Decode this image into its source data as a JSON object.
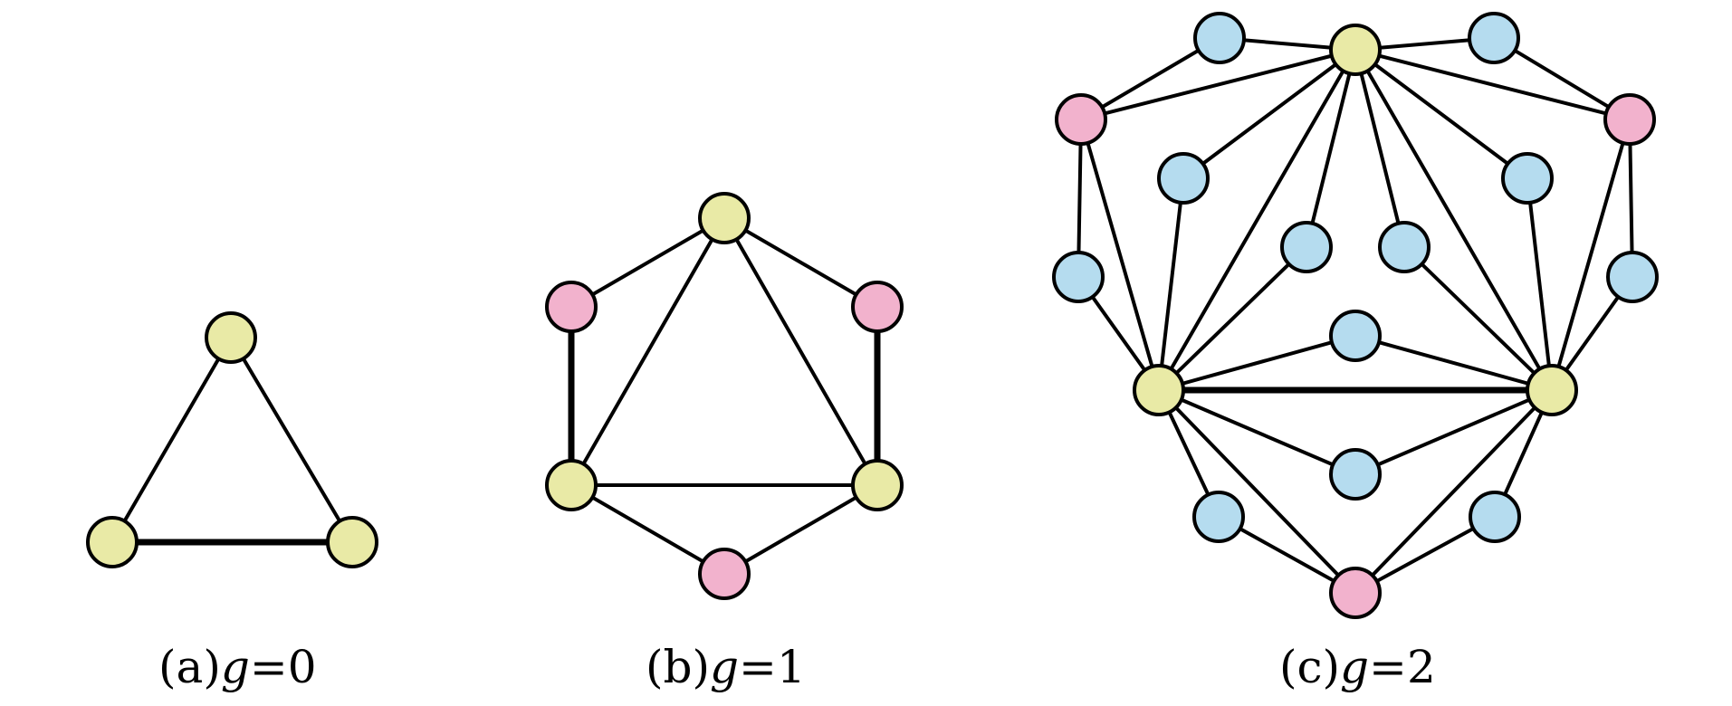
{
  "colors": {
    "yellow": "#e9eaa6",
    "pink": "#f2b2cd",
    "blue": "#b5dcef"
  },
  "captions": [
    {
      "prefix": "(a)",
      "var": "g",
      "rest": "=0"
    },
    {
      "prefix": "(b)",
      "var": "g",
      "rest": "=1"
    },
    {
      "prefix": "(c)",
      "var": "g",
      "rest": "=2"
    }
  ]
}
